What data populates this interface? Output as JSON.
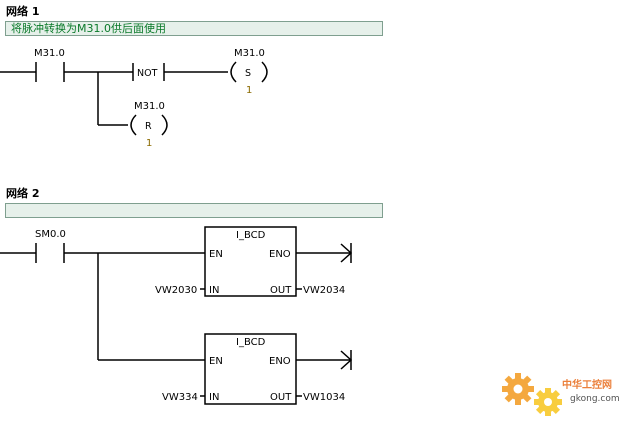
{
  "networks": [
    {
      "title": "网络 1",
      "comment": "将脉冲转换为M31.0供后面使用",
      "contact_address": "M31.0",
      "not_label": "NOT",
      "set_coil": {
        "address": "M31.0",
        "op": "S",
        "count": "1"
      },
      "reset_coil": {
        "address": "M31.0",
        "op": "R",
        "count": "1"
      }
    },
    {
      "title": "网络 2",
      "comment": "",
      "contact_address": "SM0.0",
      "blocks": [
        {
          "name": "I_BCD",
          "en": "EN",
          "eno": "ENO",
          "in": "IN",
          "out": "OUT",
          "in_operand": "VW2030",
          "out_operand": "VW2034"
        },
        {
          "name": "I_BCD",
          "en": "EN",
          "eno": "ENO",
          "in": "IN",
          "out": "OUT",
          "in_operand": "VW334",
          "out_operand": "VW1034"
        }
      ]
    }
  ],
  "watermark": {
    "brand": "中华工控网",
    "domain": "gkong.com",
    "colors": {
      "gear_orange": "#f39a1e",
      "gear_yellow": "#f7c51e"
    }
  }
}
